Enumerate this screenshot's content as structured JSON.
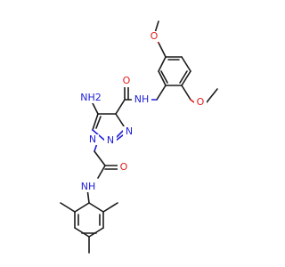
{
  "colors": {
    "carbon": "#1a1a1a",
    "nitrogen": "#2020d8",
    "oxygen": "#e21c1c"
  },
  "labels": {
    "ome_top": "O",
    "ome_right": "O",
    "amide_o_top": "O",
    "amide_nh_top": "NH",
    "nh2": "NH2",
    "n1": "N",
    "n2": "N",
    "n3": "N",
    "amide_o_mid": "O",
    "amide_nh_mid": "NH"
  }
}
